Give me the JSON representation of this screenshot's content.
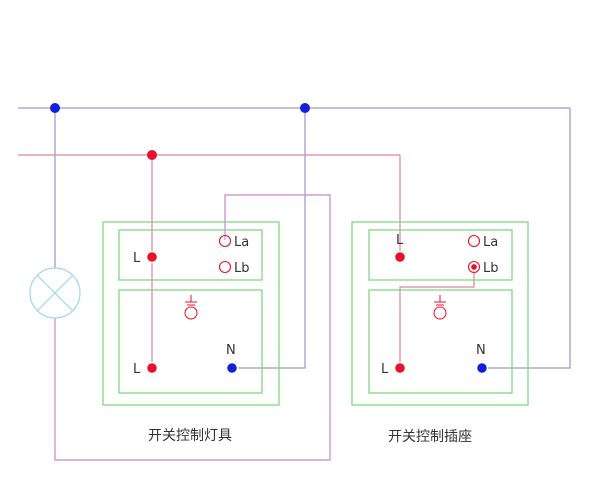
{
  "colors": {
    "neutral_wire": "#9a97cf",
    "live_wire": "#d8899a",
    "switch_wire": "#c888cc",
    "module_border": "#79d47a",
    "terminal_live": "#e8102a",
    "terminal_neutral": "#1420d8",
    "lamp": "#9fd8ea",
    "text": "#333333"
  },
  "panels": [
    {
      "caption": "开关控制灯具",
      "switch_terminals": {
        "common": "L",
        "out_a": "La",
        "out_b": "Lb"
      },
      "socket_terminals": {
        "live": "L",
        "neutral": "N"
      }
    },
    {
      "caption": "开关控制插座",
      "switch_terminals": {
        "common": "L",
        "out_a": "La",
        "out_b": "Lb"
      },
      "socket_terminals": {
        "live": "L",
        "neutral": "N"
      }
    }
  ],
  "icons": {
    "lamp": "lamp-cross-circle-icon",
    "ground": "ground-icon",
    "terminal": "terminal-dot-icon",
    "junction": "junction-dot-icon"
  }
}
